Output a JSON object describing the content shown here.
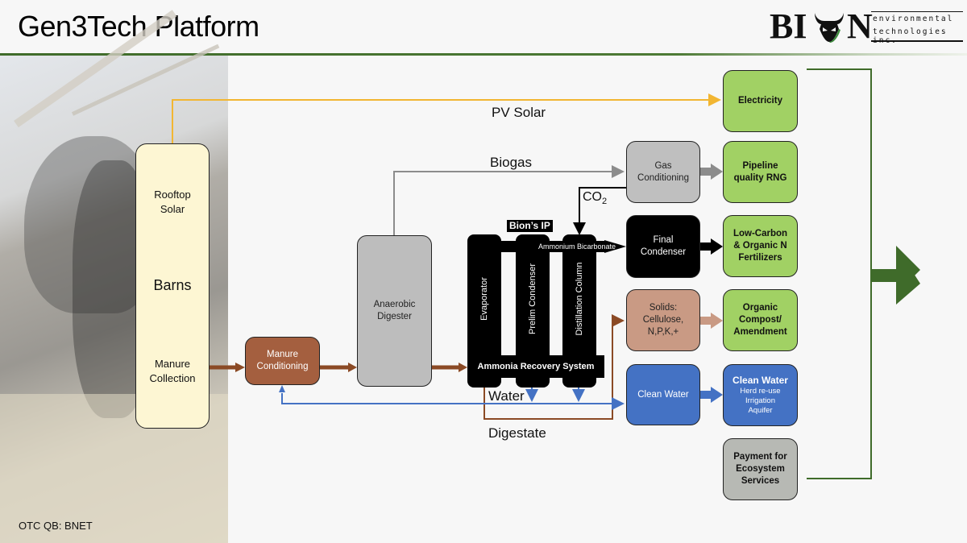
{
  "header": {
    "title": "Gen3Tech Platform",
    "logo": {
      "brand_left": "BI",
      "brand_right": "N",
      "line1": "environmental",
      "line2": "technologies inc.",
      "mark": "bull-head-icon"
    }
  },
  "footer": {
    "ticker": "OTC QB: BNET"
  },
  "colors": {
    "solar": "#f2b632",
    "biogas": "#8c8c8c",
    "manure": "#8b4a25",
    "water": "#4472c4",
    "output_green": "#a1d164",
    "bracket_green": "#3f6b2a",
    "barns_fill": "#fdf6d3"
  },
  "nodes": {
    "barns": {
      "top": "Rooftop Solar",
      "top_line1": "Rooftop",
      "top_line2": "Solar",
      "middle": "Barns",
      "bottom_line1": "Manure",
      "bottom_line2": "Collection"
    },
    "manure_conditioning": {
      "line1": "Manure",
      "line2": "Conditioning"
    },
    "anaerobic_digester": {
      "line1": "Anaerobic",
      "line2": "Digester"
    },
    "ammonia_recovery": {
      "ip_badge": "Bion’s IP",
      "columns": [
        "Evaporator",
        "Prelim Condenser",
        "Distillation Column"
      ],
      "bottom_label": "Ammonia Recovery System",
      "product_label": "Ammonium Bicarbonate"
    },
    "gas_conditioning": {
      "line1": "Gas",
      "line2": "Conditioning"
    },
    "final_condenser": {
      "line1": "Final",
      "line2": "Condenser"
    },
    "solids": {
      "line1": "Solids:",
      "line2": "Cellulose,",
      "line3": "N,P,K,+"
    },
    "clean_water_process": {
      "label": "Clean Water"
    }
  },
  "outputs": [
    {
      "lines": [
        "Electricity"
      ]
    },
    {
      "lines": [
        "Pipeline",
        "quality RNG"
      ]
    },
    {
      "lines": [
        "Low-Carbon",
        "& Organic N",
        "Fertilizers"
      ]
    },
    {
      "lines": [
        "Organic",
        "Compost/",
        "Amendment"
      ]
    },
    {
      "title": "Clean Water",
      "lines": [
        "Herd re-use",
        "Irrigation",
        "Aquifer"
      ]
    },
    {
      "lines": [
        "Payment for",
        "Ecosystem",
        "Services"
      ]
    }
  ],
  "flow_labels": {
    "pv_solar": "PV Solar",
    "biogas": "Biogas",
    "co2": "CO",
    "co2_sub": "2",
    "water": "Water",
    "digestate": "Digestate"
  }
}
